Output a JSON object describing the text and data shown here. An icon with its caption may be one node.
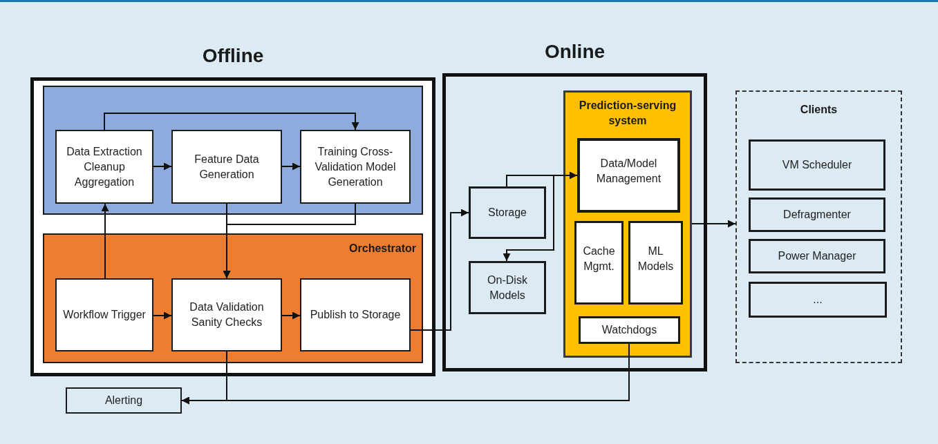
{
  "diagram": {
    "nodes": [
      {
        "text": [
          "Offline"
        ]
      },
      {
        "text": [],
        "shape": "box",
        "in": 0
      },
      {
        "text": [
          "Data Extraction Cleanup Aggregation"
        ],
        "in": 1
      },
      {
        "text": [
          "Feature Data Generation"
        ],
        "in": 1
      },
      {
        "text": [
          "Training Cross-Validation Model Generation"
        ],
        "in": 1
      },
      {
        "text": [
          "Orchestrator"
        ],
        "in": 0
      },
      {
        "text": [
          "Workflow Trigger"
        ],
        "in": 5
      },
      {
        "text": [
          "Data Validation Sanity Checks"
        ],
        "in": 5
      },
      {
        "text": [
          "Publish to Storage"
        ],
        "in": 5
      },
      {
        "text": [
          "Online"
        ]
      },
      {
        "text": [
          "Storage"
        ],
        "in": 9
      },
      {
        "text": [
          "On-Disk Models"
        ],
        "in": 9
      },
      {
        "text": [
          "Prediction-serving system"
        ],
        "in": 9
      },
      {
        "text": [
          "Data/Model Management"
        ],
        "in": 12
      },
      {
        "text": [
          "Cache Mgmt."
        ],
        "in": 12
      },
      {
        "text": [
          "ML Models"
        ],
        "in": 12
      },
      {
        "text": [
          "Watchdogs"
        ],
        "in": 12
      },
      {
        "text": [
          "Clients"
        ]
      },
      {
        "text": [
          "VM Scheduler"
        ],
        "in": 17
      },
      {
        "text": [
          "Defragmenter"
        ],
        "in": 17
      },
      {
        "text": [
          "Power Manager"
        ],
        "in": 17
      },
      {
        "text": [
          "..."
        ],
        "in": 17
      },
      {
        "text": [
          "Alerting"
        ]
      }
    ],
    "edges": [
      {
        "from": 2,
        "to": 3,
        "arrow": "to"
      },
      {
        "from": 3,
        "to": 4,
        "arrow": "to"
      },
      {
        "from": 2,
        "to": 4,
        "arrow": "to"
      },
      {
        "from": 3,
        "to": 7,
        "arrow": "to"
      },
      {
        "from": 4,
        "to": 7,
        "arrow": "to"
      },
      {
        "from": 6,
        "to": 2,
        "arrow": "to"
      },
      {
        "from": 6,
        "to": 7,
        "arrow": "to"
      },
      {
        "from": 7,
        "to": 8,
        "arrow": "to"
      },
      {
        "from": 8,
        "to": 10,
        "arrow": "to"
      },
      {
        "from": 10,
        "to": 13,
        "arrow": "to"
      },
      {
        "from": 10,
        "to": 11,
        "arrow": "to"
      },
      {
        "from": 12,
        "to": 17,
        "arrow": "to"
      },
      {
        "from": 7,
        "to": 22,
        "arrow": "to"
      },
      {
        "from": 16,
        "to": 22,
        "arrow": "to"
      }
    ]
  }
}
